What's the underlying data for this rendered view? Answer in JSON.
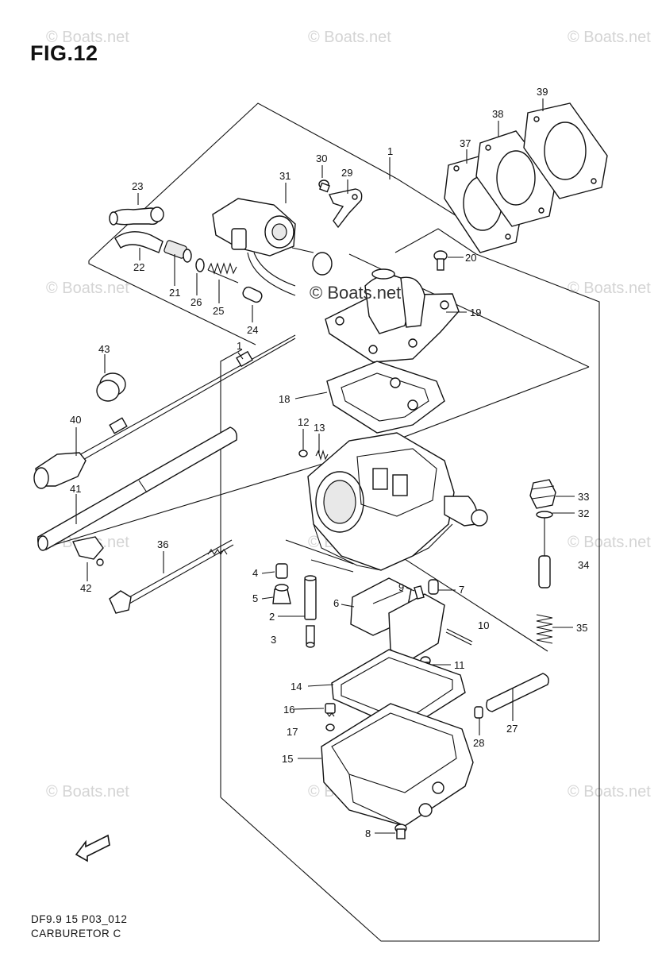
{
  "figure": {
    "title": "FIG.12",
    "footer_code": "DF9.9 15 P03_012",
    "footer_name": "CARBURETOR C"
  },
  "watermark": {
    "text": "© Boats.net",
    "center_text": "© Boats.net"
  },
  "callouts": [
    "1",
    "1",
    "2",
    "3",
    "4",
    "5",
    "6",
    "7",
    "8",
    "9",
    "10",
    "11",
    "12",
    "13",
    "14",
    "15",
    "16",
    "17",
    "18",
    "19",
    "20",
    "21",
    "22",
    "23",
    "24",
    "25",
    "26",
    "27",
    "28",
    "29",
    "30",
    "31",
    "32",
    "33",
    "34",
    "35",
    "36",
    "37",
    "38",
    "39",
    "40",
    "41",
    "42",
    "43"
  ],
  "direction_icon": "forward-arrow-icon"
}
